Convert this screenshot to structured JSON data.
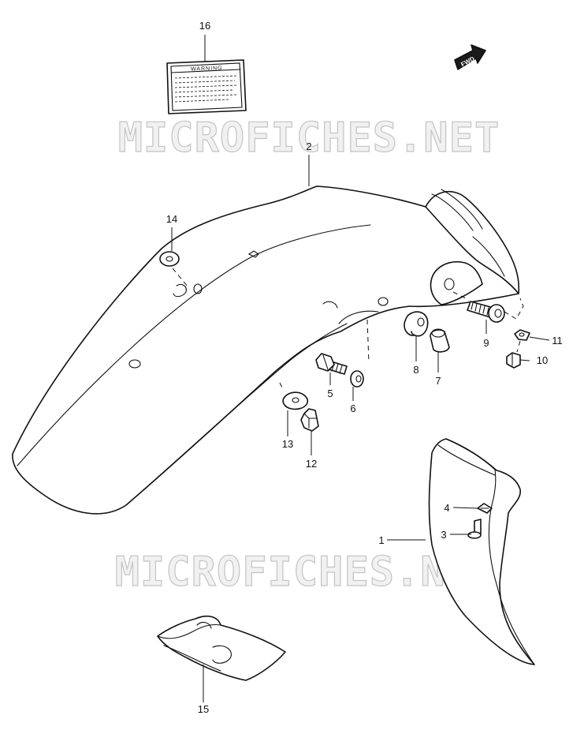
{
  "watermark": "MICROFICHES.NET",
  "fwd_label": "FWD",
  "warning_label": {
    "heading": "WARNING"
  },
  "callouts": [
    {
      "id": "c16",
      "text": "16"
    },
    {
      "id": "c2",
      "text": "2"
    },
    {
      "id": "c14",
      "text": "14"
    },
    {
      "id": "c9",
      "text": "9"
    },
    {
      "id": "c11",
      "text": "11"
    },
    {
      "id": "c10",
      "text": "10"
    },
    {
      "id": "c8",
      "text": "8"
    },
    {
      "id": "c7",
      "text": "7"
    },
    {
      "id": "c5",
      "text": "5"
    },
    {
      "id": "c6",
      "text": "6"
    },
    {
      "id": "c13",
      "text": "13"
    },
    {
      "id": "c12",
      "text": "12"
    },
    {
      "id": "c4",
      "text": "4"
    },
    {
      "id": "c3",
      "text": "3"
    },
    {
      "id": "c1",
      "text": "1"
    },
    {
      "id": "c15",
      "text": "15"
    }
  ]
}
